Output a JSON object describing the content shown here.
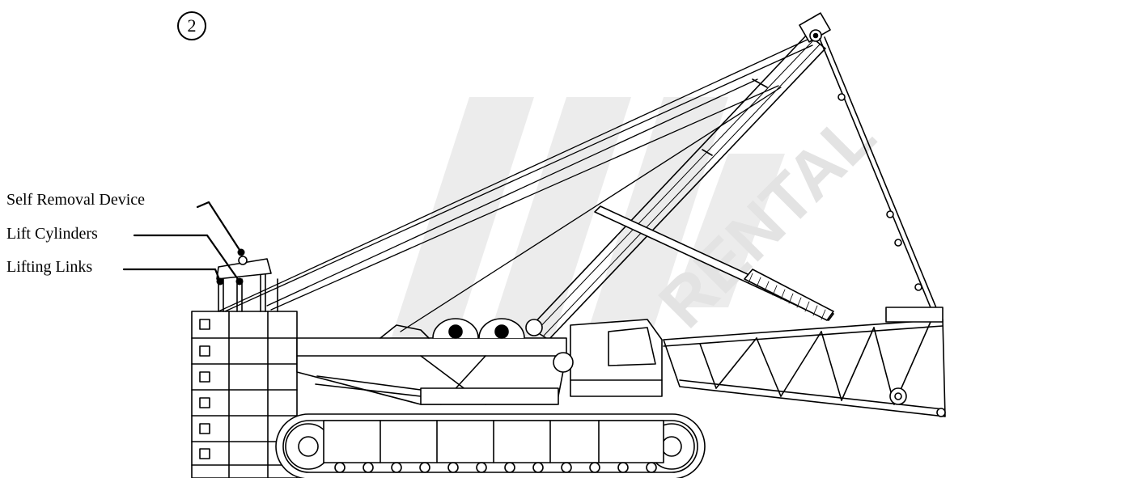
{
  "diagram": {
    "step_number": "2",
    "callouts": [
      {
        "label": "Self Removal Device"
      },
      {
        "label": "Lift Cylinders"
      },
      {
        "label": "Lifting Links"
      }
    ],
    "watermark_text": "RENTAL",
    "line_color": "#000000",
    "watermark_color": "#e6e6e6"
  }
}
